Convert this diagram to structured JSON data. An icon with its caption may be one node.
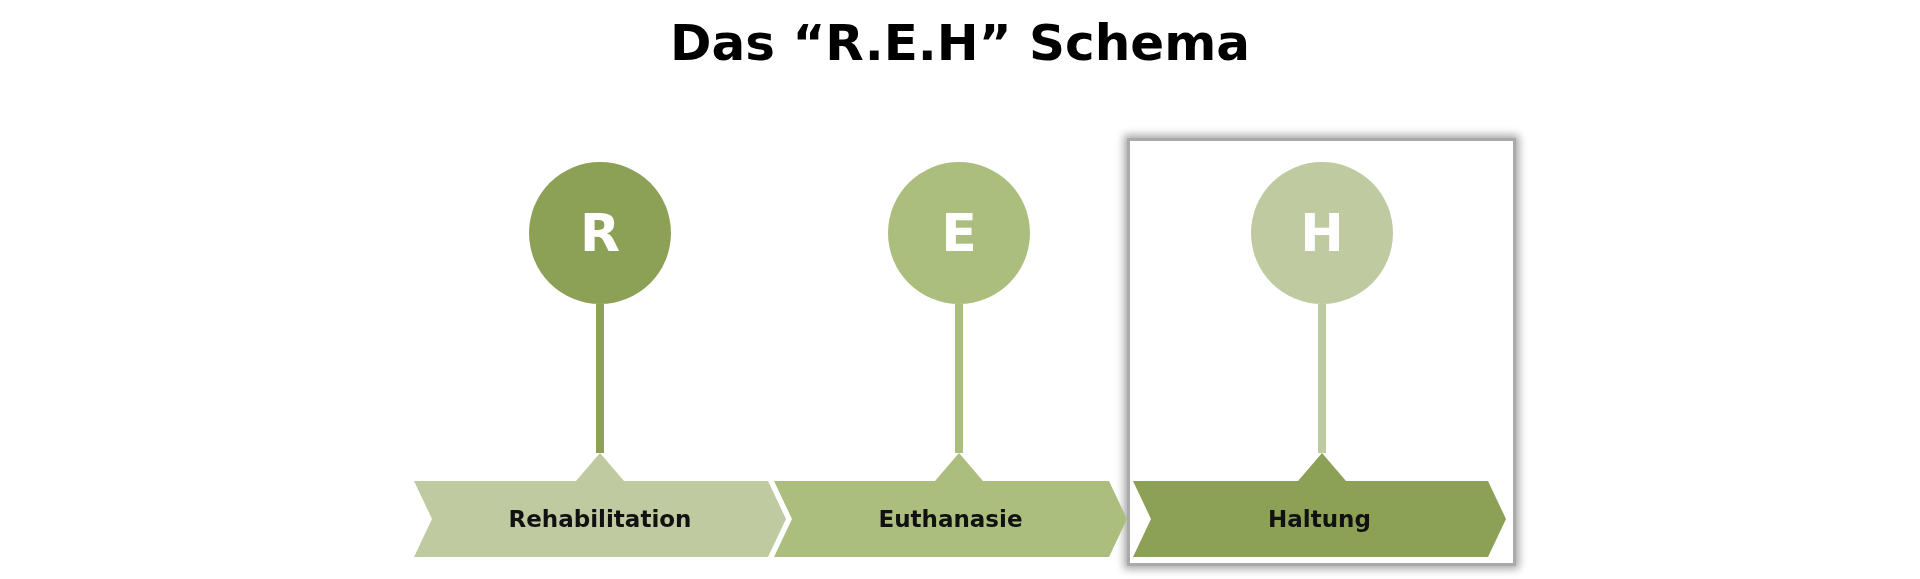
{
  "diagram": {
    "title": "Das “R.E.H” Schema",
    "nodes": [
      {
        "text": [
          "R"
        ]
      },
      {
        "text": [
          "E"
        ]
      },
      {
        "text": [],
        "shape": "box"
      },
      {
        "text": [
          "H"
        ],
        "in": 2
      },
      {
        "text": [
          "Rehabilitation"
        ]
      },
      {
        "text": [
          "Euthanasie"
        ]
      },
      {
        "text": [
          "Haltung"
        ],
        "in": 2
      }
    ],
    "edges": [
      {
        "from": 0,
        "to": 4,
        "arrow": "none",
        "color": "#8da156"
      },
      {
        "from": 1,
        "to": 5,
        "arrow": "none",
        "color": "#abbe7e"
      },
      {
        "from": 3,
        "to": 6,
        "arrow": "none",
        "color": "#bfcaa0"
      }
    ]
  }
}
